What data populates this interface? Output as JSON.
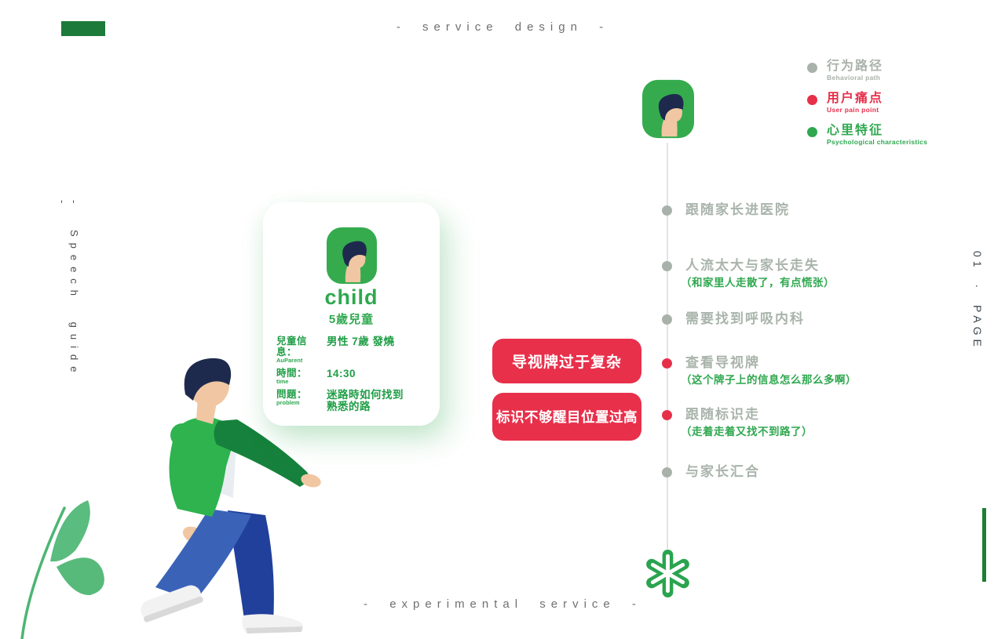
{
  "header": {
    "title": "- service design -",
    "brand_block_color": "#1c7a3a"
  },
  "side_labels": {
    "left_vertical": "- Speech guide -",
    "right_vertical": "01 · PAGE"
  },
  "legend": {
    "items": [
      {
        "label": "行为路径",
        "sublabel": "Behavioral path",
        "dot_color": "#a9b2aa",
        "text_color": "#a9b2aa"
      },
      {
        "label": "用户痛点",
        "sublabel": "User pain point",
        "dot_color": "#e6304a",
        "text_color": "#e6304a"
      },
      {
        "label": "心里特征",
        "sublabel": "Psychological characteristics",
        "dot_color": "#2fa84f",
        "text_color": "#2fa84f"
      }
    ]
  },
  "persona": {
    "name": "child",
    "age_label": "5歲兒童",
    "fields": [
      {
        "label": "兒童信息：",
        "sublabel": "AuParent",
        "value": "男性 7歲 發燒",
        "value_line2": ""
      },
      {
        "label": "時間：",
        "sublabel": "time",
        "value": "14:30",
        "value_line2": ""
      },
      {
        "label": "問題：",
        "sublabel": "problem",
        "value": "迷路時如何找到",
        "value_line2": "熟悉的路"
      }
    ]
  },
  "pain_points": {
    "bg_color": "#e8304b",
    "items": [
      {
        "label": "导视牌过于复杂"
      },
      {
        "label": "标识不够醒目位置过高"
      }
    ]
  },
  "journey": {
    "steps": [
      {
        "label": "跟随家长进医院",
        "note": "",
        "dot_color": "#a9b2aa"
      },
      {
        "label": "人流太大与家长走失",
        "note": "（和家里人走散了，有点慌张）",
        "dot_color": "#a9b2aa"
      },
      {
        "label": "需要找到呼吸内科",
        "note": "",
        "dot_color": "#a9b2aa"
      },
      {
        "label": "查看导视牌",
        "note": "（这个牌子上的信息怎么那么多啊）",
        "dot_color": "#e6304a"
      },
      {
        "label": "跟随标识走",
        "note": "（走着走着又找不到路了）",
        "dot_color": "#e6304a"
      },
      {
        "label": "与家长汇合",
        "note": "",
        "dot_color": "#a9b2aa"
      }
    ]
  },
  "footer": {
    "title": "- experimental service -"
  },
  "colors": {
    "green": "#2fa84f",
    "dark_green": "#1c7a3a",
    "red": "#e6304a",
    "gray_text": "#a9b4ab",
    "title_gray": "#6f6f6f",
    "avatar_green": "#35ab4e"
  }
}
